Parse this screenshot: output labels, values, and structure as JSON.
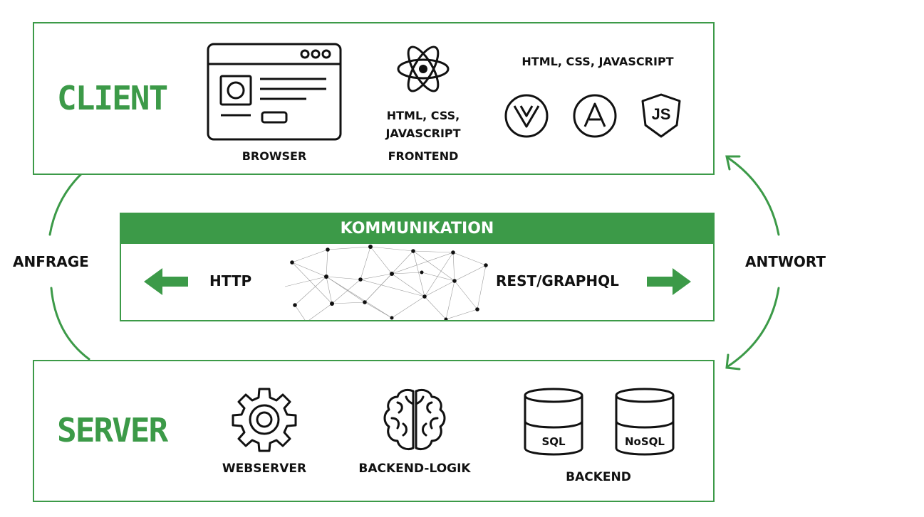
{
  "client": {
    "title": "CLIENT",
    "browser_label": "BROWSER",
    "react_caption_line1": "HTML, CSS,",
    "react_caption_line2": "JAVASCRIPT",
    "frontend_label": "FRONTEND",
    "tech_heading": "HTML, CSS, JAVASCRIPT",
    "js_badge": "JS"
  },
  "communication": {
    "title": "KOMMUNIKATION",
    "left_label": "HTTP",
    "right_label": "REST/GRAPHQL"
  },
  "flow": {
    "request_label": "ANFRAGE",
    "response_label": "ANTWORT"
  },
  "server": {
    "title": "SERVER",
    "webserver_label": "WEBSERVER",
    "backend_logic_label": "BACKEND-LOGIK",
    "sql_label": "SQL",
    "nosql_label": "NoSQL",
    "backend_label": "BACKEND"
  },
  "colors": {
    "accent": "#3c9a48",
    "ink": "#111111"
  }
}
